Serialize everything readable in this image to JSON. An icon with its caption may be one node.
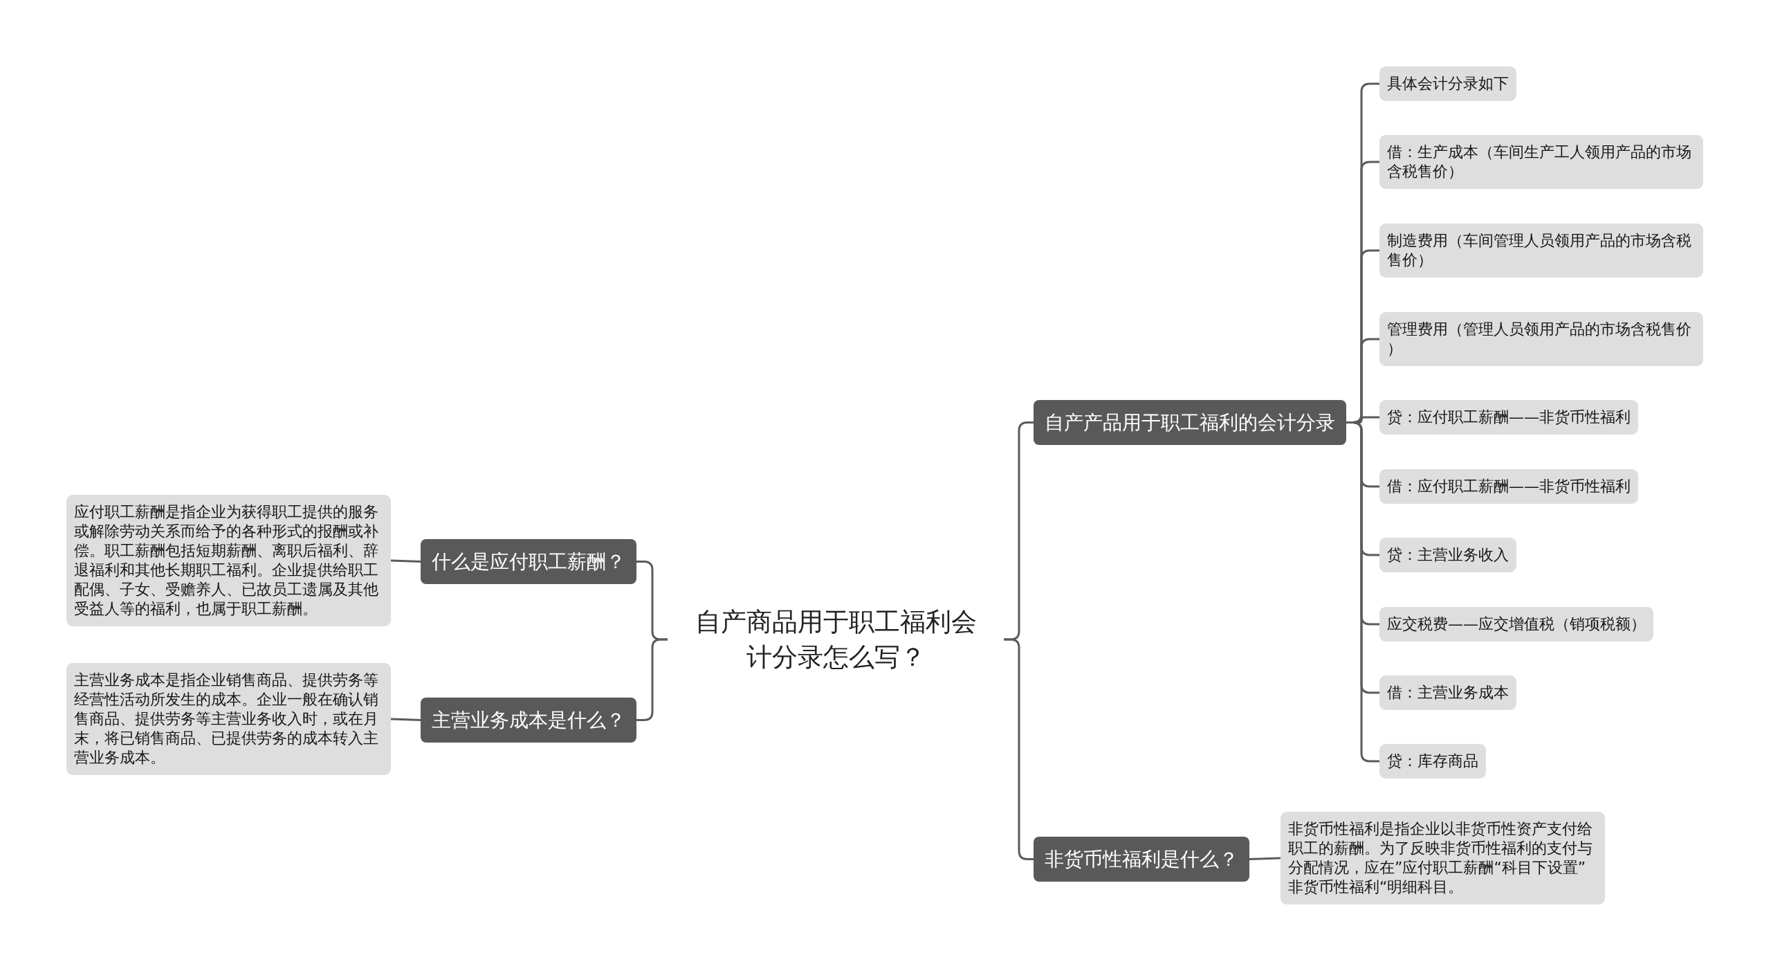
{
  "diagram": {
    "nodes": [
      {
        "text": [
          "自产商品用于职工福利会计分录怎么写？"
        ]
      },
      {
        "text": [
          "什么是应付职工薪酬？"
        ]
      },
      {
        "text": [
          "应付职工薪酬是指企业为获得职工提供的服务或解除劳动关系而给予的各种形式的报酬或补偿。职工薪酬包括短期薪酬、离职后福利、辞退福利和其他长期职工福利。企业提供给职工配偶、子女、受赡养人、已故员工遗属及其他受益人等的福利，也属于职工薪酬。"
        ]
      },
      {
        "text": [
          "主营业务成本是什么？"
        ]
      },
      {
        "text": [
          "主营业务成本是指企业销售商品、提供劳务等经营性活动所发生的成本。企业一般在确认销售商品、提供劳务等主营业务收入时，或在月末，将已销售商品、已提供劳务的成本转入主营业务成本。"
        ]
      },
      {
        "text": [
          "自产产品用于职工福利的会计分录"
        ]
      },
      {
        "text": [
          "具体会计分录如下"
        ]
      },
      {
        "text": [
          "借：生产成本（车间生产工人领用产品的市场含税售价）"
        ]
      },
      {
        "text": [
          "制造费用（车间管理人员领用产品的市场含税售价）"
        ]
      },
      {
        "text": [
          "管理费用（管理人员领用产品的市场含税售价）"
        ]
      },
      {
        "text": [
          "贷：应付职工薪酬——非货币性福利"
        ]
      },
      {
        "text": [
          "借：应付职工薪酬——非货币性福利"
        ]
      },
      {
        "text": [
          "贷：主营业务收入"
        ]
      },
      {
        "text": [
          "应交税费——应交增值税（销项税额）"
        ]
      },
      {
        "text": [
          "借：主营业务成本"
        ]
      },
      {
        "text": [
          "贷：库存商品"
        ]
      },
      {
        "text": [
          "非货币性福利是什么？"
        ]
      },
      {
        "text": [
          "非货币性福利是指企业以非货币性资产支付给职工的薪酬。为了反映非货币性福利的支付与分配情况，应在”应付职工薪酬“科目下设置”非货币性福利“明细科目。"
        ]
      }
    ],
    "edges": [
      {
        "from": 0,
        "to": 1,
        "arrow": "none"
      },
      {
        "from": 1,
        "to": 2,
        "arrow": "none"
      },
      {
        "from": 0,
        "to": 3,
        "arrow": "none"
      },
      {
        "from": 3,
        "to": 4,
        "arrow": "none"
      },
      {
        "from": 0,
        "to": 5,
        "arrow": "none"
      },
      {
        "from": 5,
        "to": 6,
        "arrow": "none"
      },
      {
        "from": 5,
        "to": 7,
        "arrow": "none"
      },
      {
        "from": 5,
        "to": 8,
        "arrow": "none"
      },
      {
        "from": 5,
        "to": 9,
        "arrow": "none"
      },
      {
        "from": 5,
        "to": 10,
        "arrow": "none"
      },
      {
        "from": 5,
        "to": 11,
        "arrow": "none"
      },
      {
        "from": 5,
        "to": 12,
        "arrow": "none"
      },
      {
        "from": 5,
        "to": 13,
        "arrow": "none"
      },
      {
        "from": 5,
        "to": 14,
        "arrow": "none"
      },
      {
        "from": 5,
        "to": 15,
        "arrow": "none"
      },
      {
        "from": 0,
        "to": 16,
        "arrow": "none"
      },
      {
        "from": 16,
        "to": 17,
        "arrow": "none"
      }
    ]
  }
}
